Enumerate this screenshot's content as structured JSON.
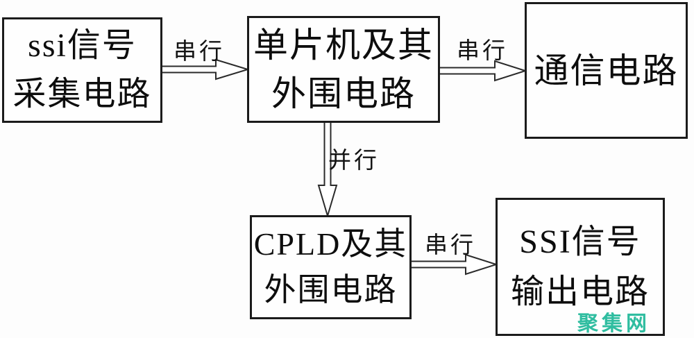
{
  "diagram": {
    "type": "block-diagram",
    "nodes": {
      "ssi_acquisition": {
        "lines": [
          "ssi信号",
          "采集电路"
        ]
      },
      "mcu": {
        "lines": [
          "单片机及其",
          "外围电路"
        ]
      },
      "communication": {
        "lines": [
          "通信电路"
        ]
      },
      "cpld": {
        "lines": [
          "CPLD及其",
          "外围电路"
        ]
      },
      "ssi_output": {
        "lines": [
          "SSI信号",
          "输出电路"
        ]
      }
    },
    "edges": {
      "acq_to_mcu": {
        "from": "ssi_acquisition",
        "to": "mcu",
        "label": "串行",
        "direction": "right"
      },
      "mcu_to_comm": {
        "from": "mcu",
        "to": "communication",
        "label": "串行",
        "direction": "right"
      },
      "mcu_to_cpld": {
        "from": "mcu",
        "to": "cpld",
        "label": "并行",
        "direction": "down"
      },
      "cpld_to_out": {
        "from": "cpld",
        "to": "ssi_output",
        "label": "串行",
        "direction": "right"
      }
    },
    "colors": {
      "line": "#1b1b1b",
      "box_fill": "#fefefe",
      "watermark": "#2fbda0"
    }
  },
  "watermark": {
    "text": "聚集网"
  }
}
